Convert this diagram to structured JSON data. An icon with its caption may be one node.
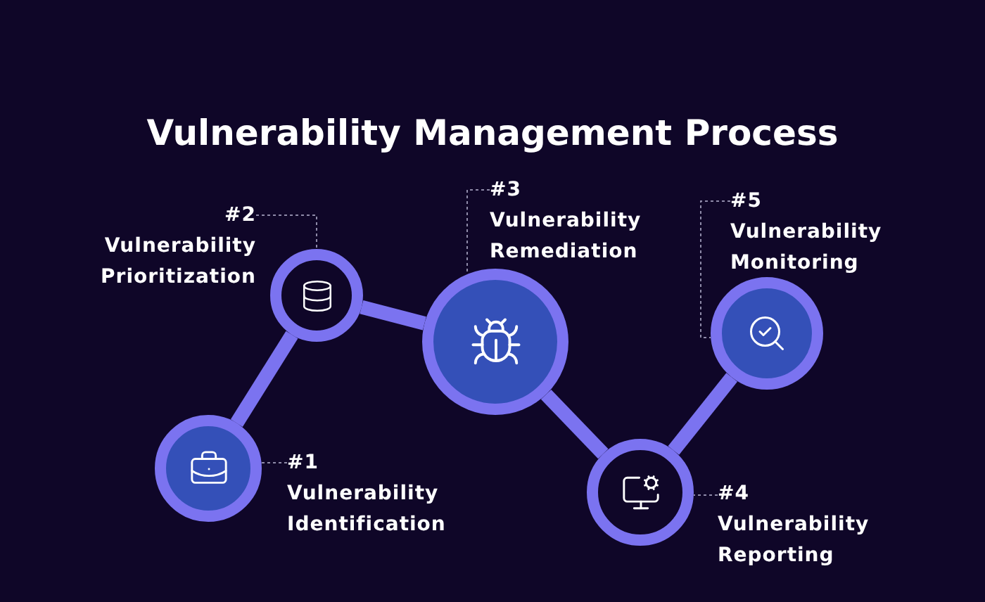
{
  "diagram": {
    "title": "Vulnerability Management Process",
    "nodes": [
      {
        "text": [
          "#1",
          "Vulnerability Identification"
        ]
      },
      {
        "text": [
          "#2",
          "Vulnerability Prioritization"
        ]
      },
      {
        "text": [
          "#3",
          "Vulnerability Remediation"
        ]
      },
      {
        "text": [
          "#4",
          "Vulnerability Reporting"
        ]
      },
      {
        "text": [
          "#5",
          "Vulnerability Monitoring"
        ]
      },
      {
        "text": [],
        "shape": "circle"
      },
      {
        "text": [],
        "shape": "circle"
      },
      {
        "text": [],
        "shape": "circle"
      },
      {
        "text": [],
        "shape": "circle"
      },
      {
        "text": [],
        "shape": "circle"
      }
    ],
    "edges": [
      {
        "from": 5,
        "to": 6,
        "arrow": "none",
        "style": "thick"
      },
      {
        "from": 6,
        "to": 7,
        "arrow": "none",
        "style": "thick"
      },
      {
        "from": 7,
        "to": 8,
        "arrow": "none",
        "style": "thick"
      },
      {
        "from": 8,
        "to": 9,
        "arrow": "none",
        "style": "thick"
      },
      {
        "from": 0,
        "to": 5,
        "arrow": "none",
        "style": "dashed",
        "color": "#8e8aa8"
      },
      {
        "from": 1,
        "to": 6,
        "arrow": "none",
        "style": "dashed",
        "color": "#8e8aa8"
      },
      {
        "from": 2,
        "to": 7,
        "arrow": "none",
        "style": "dashed",
        "color": "#8e8aa8"
      },
      {
        "from": 3,
        "to": 8,
        "arrow": "none",
        "style": "dashed",
        "color": "#8e8aa8"
      },
      {
        "from": 4,
        "to": 9,
        "arrow": "none",
        "style": "dashed",
        "color": "#8e8aa8"
      }
    ]
  }
}
